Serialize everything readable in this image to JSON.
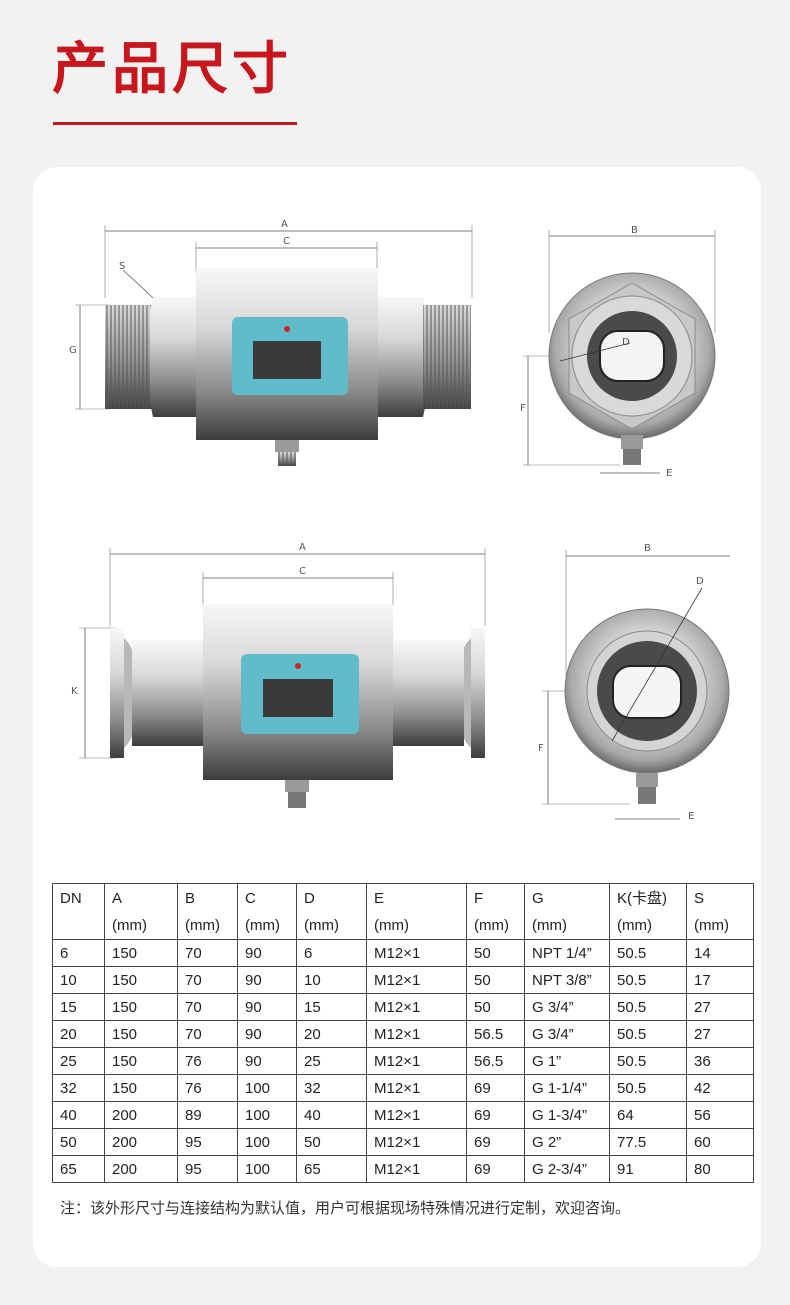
{
  "page": {
    "title": "产品尺寸"
  },
  "drawings": {
    "top_side_labels": [
      "A",
      "C",
      "S",
      "G"
    ],
    "top_end_labels": [
      "B",
      "D",
      "F",
      "E"
    ],
    "bottom_side_labels": [
      "A",
      "C",
      "K"
    ],
    "bottom_end_labels": [
      "B",
      "D",
      "F",
      "E"
    ],
    "colors": {
      "display": "#5fbcc8",
      "screen": "#3a3a3a",
      "led": "#c62828"
    }
  },
  "table": {
    "headers": [
      {
        "name": "DN",
        "unit": ""
      },
      {
        "name": "A",
        "unit": "(mm)"
      },
      {
        "name": "B",
        "unit": "(mm)"
      },
      {
        "name": "C",
        "unit": "(mm)"
      },
      {
        "name": "D",
        "unit": "(mm)"
      },
      {
        "name": "E",
        "unit": "(mm)"
      },
      {
        "name": "F",
        "unit": "(mm)"
      },
      {
        "name": "G",
        "unit": "(mm)"
      },
      {
        "name": "K(卡盘)",
        "unit": "(mm)"
      },
      {
        "name": "S",
        "unit": "(mm)"
      }
    ],
    "rows": [
      [
        "6",
        "150",
        "70",
        "90",
        "6",
        "M12×1",
        "50",
        "NPT 1/4”",
        "50.5",
        "14"
      ],
      [
        "10",
        "150",
        "70",
        "90",
        "10",
        "M12×1",
        "50",
        "NPT 3/8”",
        "50.5",
        "17"
      ],
      [
        "15",
        "150",
        "70",
        "90",
        "15",
        "M12×1",
        "50",
        "G 3/4”",
        "50.5",
        "27"
      ],
      [
        "20",
        "150",
        "70",
        "90",
        "20",
        "M12×1",
        "56.5",
        "G 3/4”",
        "50.5",
        "27"
      ],
      [
        "25",
        "150",
        "76",
        "90",
        "25",
        "M12×1",
        "56.5",
        "G 1”",
        "50.5",
        "36"
      ],
      [
        "32",
        "150",
        "76",
        "100",
        "32",
        "M12×1",
        "69",
        "G 1-1/4”",
        "50.5",
        "42"
      ],
      [
        "40",
        "200",
        "89",
        "100",
        "40",
        "M12×1",
        "69",
        "G 1-3/4”",
        "64",
        "56"
      ],
      [
        "50",
        "200",
        "95",
        "100",
        "50",
        "M12×1",
        "69",
        "G 2”",
        "77.5",
        "60"
      ],
      [
        "65",
        "200",
        "95",
        "100",
        "65",
        "M12×1",
        "69",
        "G 2-3/4”",
        "91",
        "80"
      ]
    ]
  },
  "note": "注：该外形尺寸与连接结构为默认值，用户可根据现场特殊情况进行定制，欢迎咨询。"
}
